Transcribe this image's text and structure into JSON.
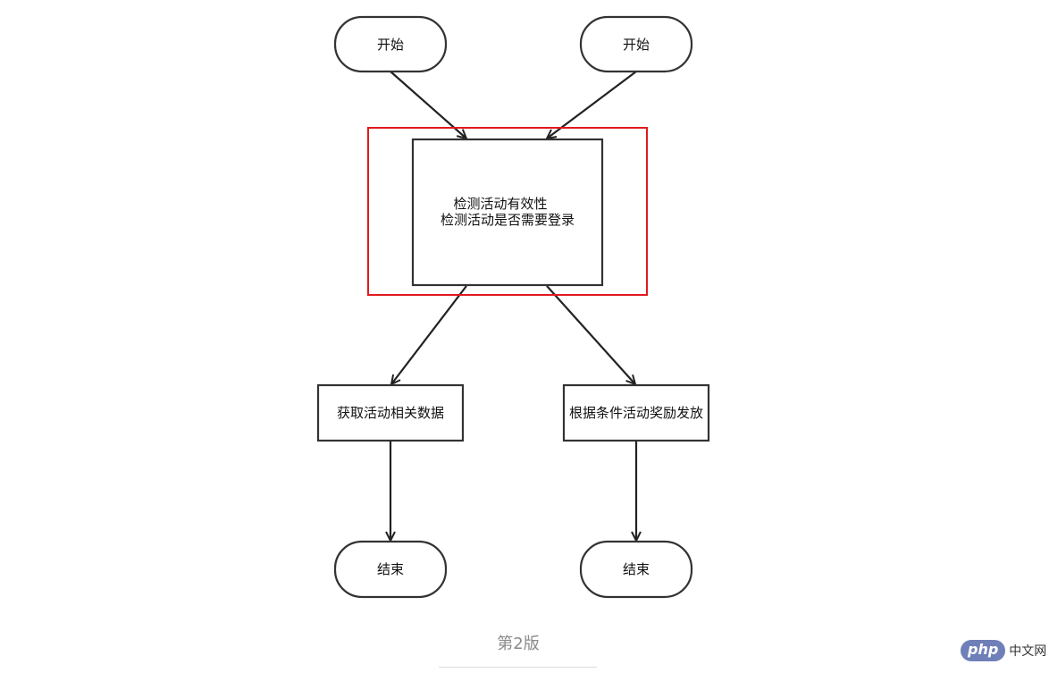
{
  "nodes": {
    "start_left": "开始",
    "start_right": "开始",
    "check_line1": "检测活动有效性",
    "check_line2": "检测活动是否需要登录",
    "fetch_data": "获取活动相关数据",
    "distribute_rewards": "根据条件活动奖励发放",
    "end_left": "结束",
    "end_right": "结束"
  },
  "caption": "第2版",
  "watermark": {
    "badge": "php",
    "text": "中文网"
  },
  "colors": {
    "stroke": "#333333",
    "highlight": "#e0191f",
    "caption": "#8a8a8a",
    "watermark_badge": "#6f7fb8"
  }
}
